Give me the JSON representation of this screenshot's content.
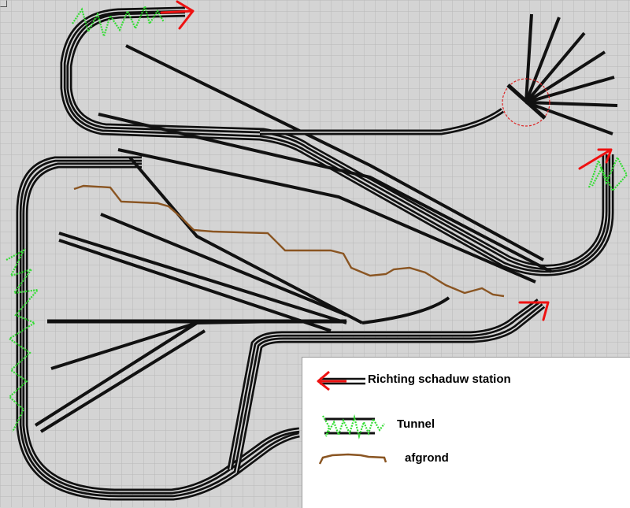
{
  "colors": {
    "background": "#d4d4d4",
    "grid": "#b6b6b6",
    "track": "#111111",
    "tunnel": "#33dd33",
    "cliff": "#8a5522",
    "arrow": "#ee1111",
    "turntable": "#dd2222",
    "legend_background": "#ffffff"
  },
  "legend": {
    "shadow_station": "Richting schaduw station",
    "tunnel": "Tunnel",
    "cliff": "afgrond"
  },
  "icons": {
    "direction": "red-arrow-icon",
    "tunnel": "tunnel-icon",
    "cliff": "cliff-line-icon",
    "turntable": "turntable-icon"
  }
}
